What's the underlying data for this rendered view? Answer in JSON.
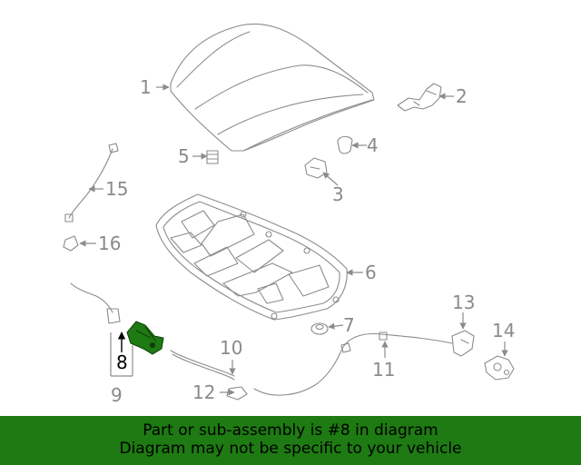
{
  "diagram": {
    "callouts": [
      "1",
      "2",
      "3",
      "4",
      "5",
      "6",
      "7",
      "8",
      "9",
      "10",
      "11",
      "12",
      "13",
      "14",
      "15",
      "16"
    ],
    "highlight_color": "#1e7a12",
    "part_color": "#8c8c8c"
  },
  "banner": {
    "line1": "Part or sub-assembly is #8 in diagram",
    "line2": "Diagram may not be specific to your vehicle",
    "background": "#1e7a12"
  }
}
